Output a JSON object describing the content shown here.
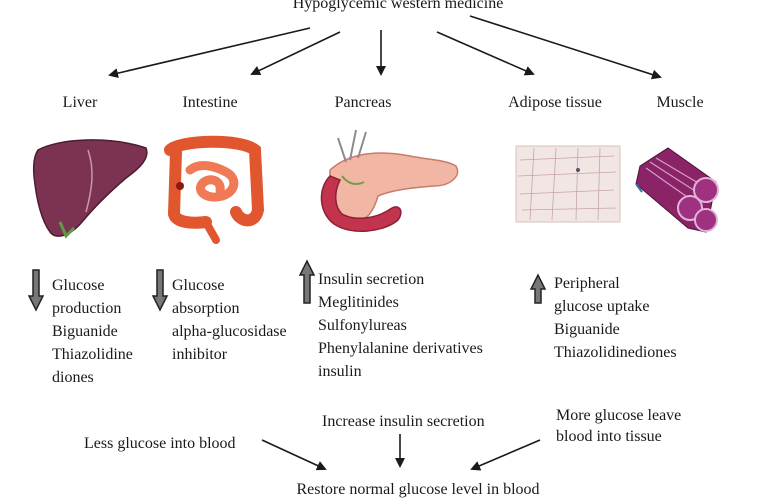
{
  "diagram": {
    "top_title": "Hypoglycemic western medicine",
    "organs": [
      {
        "label": "Liver",
        "icon": "liver-illustration"
      },
      {
        "label": "Intestine",
        "icon": "intestine-illustration"
      },
      {
        "label": "Pancreas",
        "icon": "pancreas-illustration"
      },
      {
        "label": "Adipose tissue",
        "icon": "adipose-tissue-illustration"
      },
      {
        "label": "Muscle",
        "icon": "muscle-illustration"
      }
    ],
    "effects": [
      {
        "direction": "down",
        "lines": [
          "Glucose",
          "production",
          "Biguanide",
          "Thiazolidine",
          "diones"
        ]
      },
      {
        "direction": "down",
        "lines": [
          "Glucose",
          "absorption",
          "alpha-glucosidase",
          "inhibitor"
        ]
      },
      {
        "direction": "up",
        "lines": [
          "Insulin secretion",
          "Meglitinides",
          "Sulfonylureas",
          "Phenylalanine derivatives",
          "insulin"
        ]
      },
      {
        "direction": "up",
        "lines": [
          "Peripheral",
          "glucose uptake",
          "Biguanide",
          "Thiazolidinediones"
        ]
      }
    ],
    "outcomes": {
      "left": "Less glucose into blood",
      "center": "Increase insulin secretion",
      "right": [
        "More glucose leave",
        "blood into tissue"
      ]
    },
    "bottom_result": "Restore normal glucose level in blood"
  }
}
